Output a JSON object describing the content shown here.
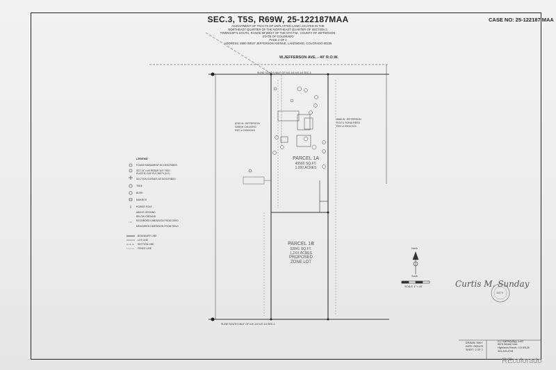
{
  "header": {
    "title": "SEC.3, T5S, R69W, 25-122187MAA",
    "case_no": "CASE NO: 25-122187 MAA",
    "sub_lines": [
      "ADJUSTMENT OF TRACTS OF UNPLATTED LAND LOCATED IN THE",
      "NORTHEAST QUARTER OF THE NORTHEAST QUARTER OF SECTION 3,",
      "TOWNSHIP 5 SOUTH, RANGE 69 WEST OF THE 6TH P.M., COUNTY OF JEFFERSON,",
      "STATE OF COLORADO",
      "PAGE 2 OF 2",
      "ADDRESS: 8690 WEST JEFFERSON AVENUE, LAKEWOOD, COLORADO  80235"
    ]
  },
  "road": {
    "label": "W.JEFFERSON AVE. - 40' R.O.W.",
    "row_line": "SLINE SOUTH HALF OF N.E.1/4 N.E.1/4 SEC.3",
    "bottom_line": "SLINE SOUTH HALF OF N.E.1/4 N.E.1/4 SEC.3"
  },
  "parcel_1a": {
    "name": "PARCEL 1A",
    "sqft": "43560 SQ.FT.",
    "acres": "1.000 ACRES"
  },
  "parcel_1b": {
    "name": "PARCEL 1B",
    "sqft": "52841 SQ.FT.",
    "acres": "1.2XX ACRES",
    "note1": "PROPOSED",
    "note2": "ZONE LOT"
  },
  "neighbors": {
    "west": [
      "8760 W. JEFFERSON",
      "SARAH CALDERO",
      "REC.# 2009XXXX"
    ],
    "east": [
      "8680 W. JEFFERSON",
      "ROY & SONIA REED",
      "REC.# 2011XXXX"
    ]
  },
  "legend": {
    "title": "LEGEND",
    "items": [
      "FOUND MONUMENT AS DESCRIBED",
      "SET 24\" x #5 REBAR W/1\" RED PLASTIC CAP PLS 38079 (5.0')",
      "SECTION CORNER AS DESCRIBED",
      "TREE",
      "BUSH",
      "MAILBOX",
      "POWER POLE",
      "ABOVE GROUND",
      "BELOW GROUND",
      "RECORDED DIMENSION FROM DEED",
      "MEASURED DIMENSION FROM FIELD",
      "BOUNDARY LINE",
      "LOT LINE",
      "SECTION LINE",
      "FENCE LINE"
    ]
  },
  "north_arrow": {
    "north": "North",
    "south": "South",
    "scale": "SCALE: 1\" = 40'"
  },
  "title_block": {
    "company": "CJ Surveying, LLC",
    "address": [
      "8876 Weald Drive",
      "Highlands Ranch, CO 80126",
      "303-349-4796"
    ],
    "fields": [
      "DRAWN: BWH",
      "DATE: 05/31/25",
      "SHEET: 2 OF 2"
    ]
  },
  "stamp": "38079",
  "signature": "Curtis M. Sunday",
  "watermark": "REcolorado"
}
